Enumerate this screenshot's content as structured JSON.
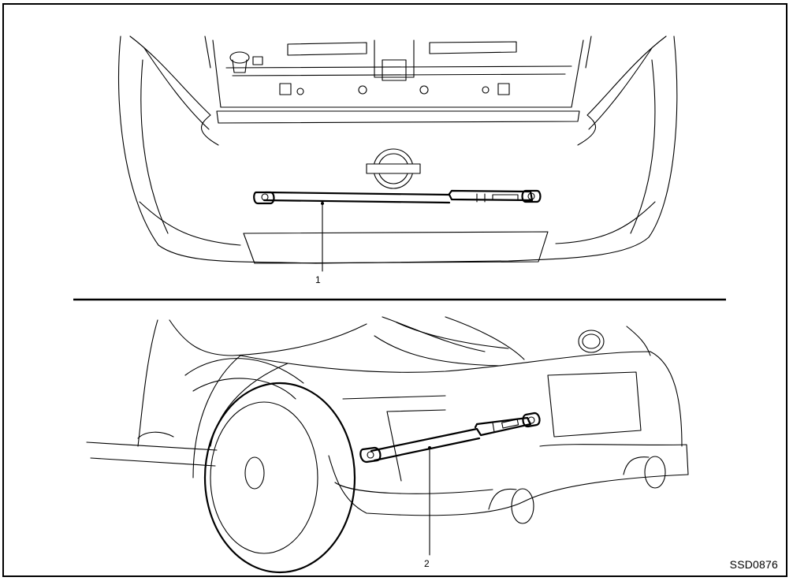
{
  "callouts": [
    {
      "id": "1",
      "text": "1"
    },
    {
      "id": "2",
      "text": "2"
    }
  ],
  "figure_code": "SSD0876"
}
